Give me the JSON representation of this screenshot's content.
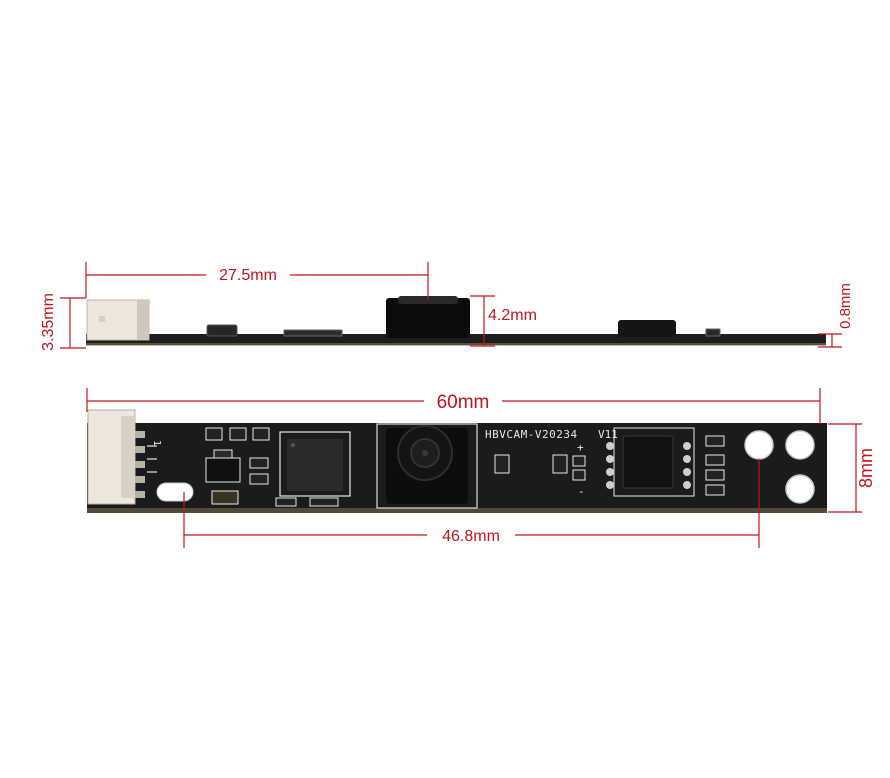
{
  "dimensions": {
    "connector_to_lens": "27.5mm",
    "lens_height": "4.2mm",
    "board_thickness": "0.8mm",
    "side_height": "3.35mm",
    "board_length": "60mm",
    "board_width": "8mm",
    "hole_spacing": "46.8mm"
  },
  "board": {
    "model": "HBVCAM-V20234",
    "version": "V11",
    "plus_marking": "+",
    "minus_marking": "-",
    "pin_marking": "1"
  },
  "colors": {
    "dimension_line": "#c0151c",
    "pcb": "#1b1b1b",
    "silkscreen": "#e8e8e8",
    "connector": "#ece6dc"
  }
}
